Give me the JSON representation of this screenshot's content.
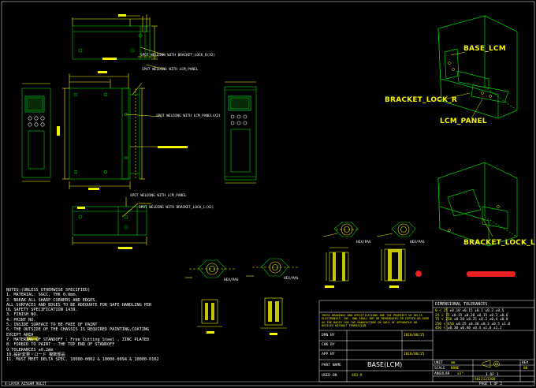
{
  "drawing": {
    "title": "BASE_LCM assembly drawing",
    "background": "#000000",
    "line_color": "#f5f500",
    "part_color": "#00d200",
    "text_color": "#ffffff",
    "highlight_color": "#e82020"
  },
  "callouts": {
    "base_lcm": "BASE_LCM",
    "bracket_lock_r": "BRACKET_LOCK_R",
    "lcm_panel": "LCM_PANEL",
    "bracket_lock_l": "BRACKET_LOCK_L"
  },
  "weld_notes": {
    "w1": "SPOT WELDING WITH BRACKET_LOCK_R(X2)",
    "w2": "SPOT WELDING WITH LCM_PANEL",
    "w3": "SPOT WELDING WITH LCM_PANEL(X2)",
    "w4": "SPOT WELDING WITH LCM_PANEL",
    "w5": "SPOT WELDING WITH BRACKET_LOCK_L(X2)"
  },
  "hex_labels": {
    "h1": "HEX/PAS",
    "h2": "HEX/PAS",
    "h3": "HEX/PAS",
    "h4": "HEX/PAS"
  },
  "notes": [
    "NOTES:(UNLESS OTHERWISE SPECIFIED)",
    "1. MATERIAL: SGCC, THK 0.8mm.",
    "2. BREAK ALL SHARP CORNERS AND EDGES.",
    "   ALL SURFACES AND EDGES TO BE ADEQUATE FOR SAFE HANDLING PER",
    "   UL SAFETY SPECIFICATION 1439.",
    "3. FINISH NO.",
    "4. PRINT NO.",
    "5. INSIDE SURFACE TO BE FREE OF PAINT",
    "6. THE OUTSIDE OF THE CHASSIS IS REQUIRED PAINTING,COATING",
    "   EXCEPT        AREA",
    "7. MATERIAL OF STANDOFF : Free Cutting Steel , ZINC PLATED",
    "8. FORBID TO PAINT : THE TOP END OF STANDOFF",
    "9.TOLERANCES ±0.2mm",
    "10.設計変更・ロード  複数部品",
    "11. MUST MEET DELTA SPEC. 10000-0002 & 10000-0094 & 10000-0162"
  ],
  "tolerances": {
    "heading": "DIMENSIONAL  TOLERANCES",
    "rows": [
      {
        "range": "0 < 25",
        "values": "±0.10 ±0.15 ±0.1 ±0.2 ±0.5"
      },
      {
        "range": "25 < 75",
        "values": "±0.15 ±0.20 ±0.15 ±0.3 ±0.6"
      },
      {
        "range": "75 < 250",
        "values": "±0.20 ±0.25 ±0.2 ±0.4 ±0.8"
      },
      {
        "range": "250 < 450",
        "values": "±0.25 ±0.30 ±0.3 ±0.5 ±1.0"
      },
      {
        "range": "450 <",
        "values": "±0.30 ±0.40 ±0.4 ±1.0 ±1.2"
      }
    ]
  },
  "title_block": {
    "proprietary": "THESE DRAWINGS AND SPECIFICATIONS ARE THE PROPERTY OF DELTA ELECTRONICS, INC. AND SHALL NOT BE REPRODUCED OR COPIED OR USED AS THE BASIS FOR THE MANUFACTURE OR SALE OF APPARATUS OR DEVICES WITHOUT PERMISSION.",
    "drn_by": "DRN BY",
    "chk_by": "CHK BY",
    "app_by": "APP BY",
    "date1": "2010/08/25",
    "date2": "2010/08/25",
    "part_name_label": "PART NAME",
    "part_name": "BASE(LCM)",
    "used_on_label": "USED ON",
    "used_on": "SH3-R",
    "unit_label": "UNIT",
    "unit": "mm",
    "scale_label": "SCALE",
    "scale": "NONE",
    "angle_label": "ANGULAR",
    "angle": "±1°",
    "rev_label": "REV",
    "rev": "00",
    "sheet": "1 OF 1",
    "dwg_no": "5013123200"
  },
  "footer": {
    "left": "4-LAYER   AZ56AM  ROLIT",
    "right": "PAGE   1   OF   2"
  }
}
